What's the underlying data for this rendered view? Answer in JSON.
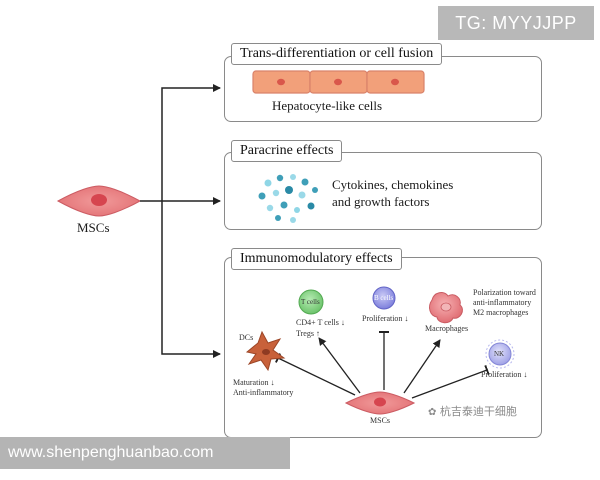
{
  "watermarks": {
    "top": "TG: MYYJJPP",
    "bottom": "www.shenpenghuanbao.com",
    "chinese": "杭吉泰迪干细胞"
  },
  "source": {
    "label": "MSCs"
  },
  "panels": {
    "transdiff": {
      "title": "Trans-differentiation or cell fusion",
      "caption": "Hepatocyte-like cells"
    },
    "paracrine": {
      "title": "Paracrine effects",
      "caption_line1": "Cytokines, chemokines",
      "caption_line2": "and growth factors"
    },
    "immuno": {
      "title": "Immunomodulatory effects",
      "center_label": "MSCs",
      "dcs": {
        "label": "DCs",
        "effect_line1": "Maturation ↓",
        "effect_line2": "Anti-inflammatory"
      },
      "tcells": {
        "label": "T cells",
        "effect_line1": "CD4+ T cells ↓",
        "effect_line2": "Tregs ↑"
      },
      "bcells": {
        "label": "B cells",
        "effect_line1": "Proliferation ↓"
      },
      "macrophages": {
        "label": "Macrophages",
        "effect_line1": "Polarization toward",
        "effect_line2": "anti-inflammatory",
        "effect_line3": "M2 macrophages"
      },
      "nk": {
        "label": "NK",
        "effect_line1": "Proliferation ↓"
      }
    }
  },
  "colors": {
    "msc_fill": "#e9787a",
    "msc_nucleus": "#d6454f",
    "hepatocyte_fill": "#f2a07a",
    "hepatocyte_border": "#d9826a",
    "tcell": "#7fd07e",
    "bcell": "#8e8fe0",
    "macrophage": "#e87a80",
    "nk": "#a7a8e8",
    "dc": "#c8613a",
    "arrow": "#222222"
  }
}
